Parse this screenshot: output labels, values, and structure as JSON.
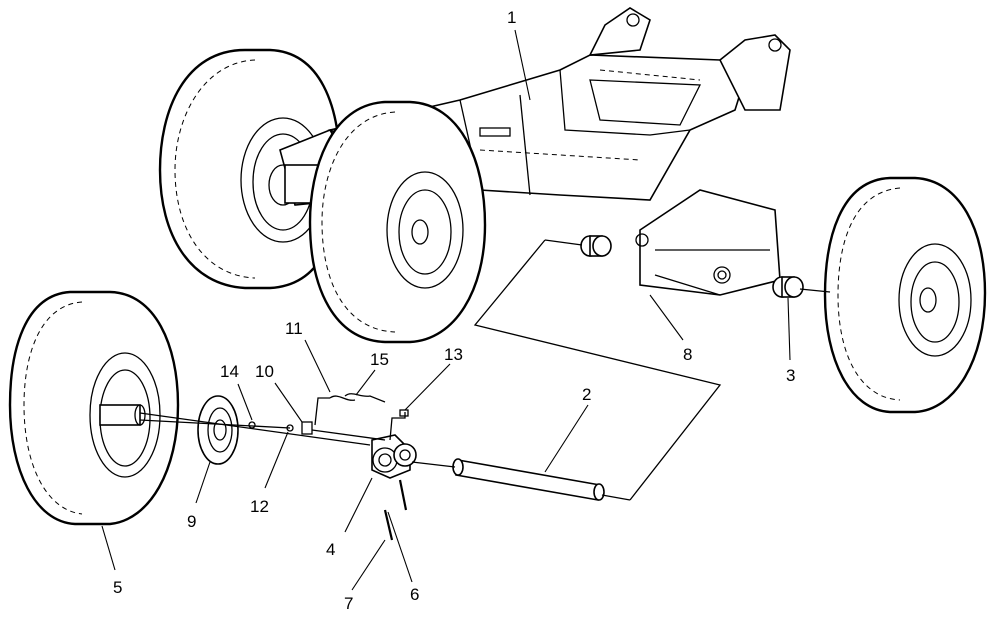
{
  "diagram": {
    "callouts": [
      {
        "id": "c1",
        "label": "1"
      },
      {
        "id": "c2",
        "label": "2"
      },
      {
        "id": "c3",
        "label": "3"
      },
      {
        "id": "c4",
        "label": "4"
      },
      {
        "id": "c5",
        "label": "5"
      },
      {
        "id": "c6",
        "label": "6"
      },
      {
        "id": "c7",
        "label": "7"
      },
      {
        "id": "c8",
        "label": "8"
      },
      {
        "id": "c9",
        "label": "9"
      },
      {
        "id": "c10",
        "label": "10"
      },
      {
        "id": "c11",
        "label": "11"
      },
      {
        "id": "c12",
        "label": "12"
      },
      {
        "id": "c13",
        "label": "13"
      },
      {
        "id": "c14",
        "label": "14"
      },
      {
        "id": "c15",
        "label": "15"
      }
    ]
  }
}
